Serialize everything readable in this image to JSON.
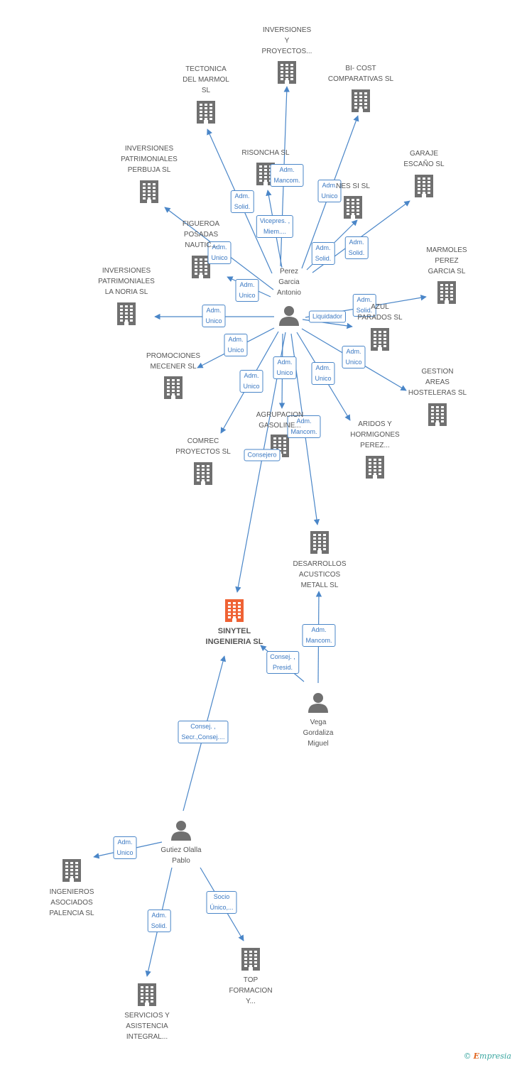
{
  "colors": {
    "edge": "#4a86c8",
    "building": "#707070",
    "main_building": "#ef6234",
    "person": "#707070",
    "label": "#555555"
  },
  "nodes": [
    {
      "id": "inv_proy",
      "type": "company",
      "label": "INVERSIONES\nY\nPROYECTOS..."
    },
    {
      "id": "tectonica",
      "type": "company",
      "label": "TECTONICA\nDEL MARMOL\nSL"
    },
    {
      "id": "bicost",
      "type": "company",
      "label": "BI- COST\nCOMPARATIVAS SL"
    },
    {
      "id": "perbuja",
      "type": "company",
      "label": "INVERSIONES\nPATRIMONIALES\nPERBUJA SL"
    },
    {
      "id": "risoncha",
      "type": "company",
      "label": "RISONCHA  SL"
    },
    {
      "id": "nes",
      "type": "company",
      "label": "NES SI SL"
    },
    {
      "id": "garaje",
      "type": "company",
      "label": "GARAJE\nESCAÑO SL"
    },
    {
      "id": "figueroa",
      "type": "company",
      "label": "FIGUEROA\nPOSADAS\nNAUTIC..."
    },
    {
      "id": "marmoles",
      "type": "company",
      "label": "MARMOLES\nPEREZ\nGARCIA SL"
    },
    {
      "id": "lanoria",
      "type": "company",
      "label": "INVERSIONES\nPATRIMONIALES\nLA NORIA SL"
    },
    {
      "id": "azul",
      "type": "company",
      "label": "AZUL\nPARADOS SL"
    },
    {
      "id": "mecener",
      "type": "company",
      "label": "PROMOCIONES\nMECENER SL"
    },
    {
      "id": "gestion",
      "type": "company",
      "label": "GESTION\nAREAS\nHOSTELERAS SL"
    },
    {
      "id": "agrupacion",
      "type": "company",
      "label": "AGRUPACION\nGASOLINE..."
    },
    {
      "id": "aridos",
      "type": "company",
      "label": "ARIDOS Y\nHORMIGONES\nPEREZ..."
    },
    {
      "id": "comrec",
      "type": "company",
      "label": "COMREC\nPROYECTOS  SL"
    },
    {
      "id": "desarrollos",
      "type": "company",
      "label": "DESARROLLOS\nACUSTICOS\nMETALL  SL"
    },
    {
      "id": "sinytel",
      "type": "main",
      "label": "SINYTEL\nINGENIERIA SL"
    },
    {
      "id": "vega",
      "type": "person",
      "label": "Vega\nGordaliza\nMiguel"
    },
    {
      "id": "perez",
      "type": "person",
      "label": "Perez\nGarcia\nAntonio"
    },
    {
      "id": "gutiez",
      "type": "person",
      "label": "Gutiez Olalla\nPablo"
    },
    {
      "id": "ingenieros",
      "type": "company",
      "label": "INGENIEROS\nASOCIADOS\nPALENCIA SL"
    },
    {
      "id": "servicios",
      "type": "company",
      "label": "SERVICIOS Y\nASISTENCIA\nINTEGRAL..."
    },
    {
      "id": "top",
      "type": "company",
      "label": "TOP\nFORMACION\nY..."
    }
  ],
  "edges": [
    {
      "from": "perez",
      "to": "inv_proy",
      "label": "Adm.\nMancom."
    },
    {
      "from": "perez",
      "to": "tectonica",
      "label": "Adm.\nSolid."
    },
    {
      "from": "perez",
      "to": "bicost",
      "label": "Adm.\nUnico"
    },
    {
      "from": "perez",
      "to": "perbuja",
      "label": "Adm.\nUnico"
    },
    {
      "from": "perez",
      "to": "risoncha",
      "label": "Vicepres. ,\nMiem...."
    },
    {
      "from": "perez",
      "to": "nes",
      "label": "Adm.\nSolid."
    },
    {
      "from": "perez",
      "to": "garaje",
      "label": "Adm.\nSolid."
    },
    {
      "from": "perez",
      "to": "figueroa",
      "label": "Adm.\nUnico"
    },
    {
      "from": "perez",
      "to": "marmoles",
      "label": "Adm.\nSolid."
    },
    {
      "from": "perez",
      "to": "lanoria",
      "label": "Adm.\nUnico"
    },
    {
      "from": "perez",
      "to": "azul",
      "label": "Liquidador"
    },
    {
      "from": "perez",
      "to": "mecener",
      "label": "Adm.\nUnico"
    },
    {
      "from": "perez",
      "to": "gestion",
      "label": "Adm.\nUnico"
    },
    {
      "from": "perez",
      "to": "agrupacion",
      "label": "Adm.\nUnico"
    },
    {
      "from": "perez",
      "to": "aridos",
      "label": "Adm.\nUnico"
    },
    {
      "from": "perez",
      "to": "comrec",
      "label": "Adm.\nUnico"
    },
    {
      "from": "perez",
      "to": "desarrollos",
      "label": "Adm.\nMancom."
    },
    {
      "from": "perez",
      "to": "sinytel",
      "label": "Consejero"
    },
    {
      "from": "vega",
      "to": "desarrollos",
      "label": "Adm.\nMancom."
    },
    {
      "from": "vega",
      "to": "sinytel",
      "label": "Consej. ,\nPresid."
    },
    {
      "from": "gutiez",
      "to": "sinytel",
      "label": "Consej. ,\nSecr.,Consej...."
    },
    {
      "from": "gutiez",
      "to": "ingenieros",
      "label": "Adm.\nUnico"
    },
    {
      "from": "gutiez",
      "to": "servicios",
      "label": "Adm.\nSolid."
    },
    {
      "from": "gutiez",
      "to": "top",
      "label": "Socio\nÚnico,..."
    }
  ],
  "logo": {
    "symbol": "©",
    "brand": "Empresia"
  }
}
